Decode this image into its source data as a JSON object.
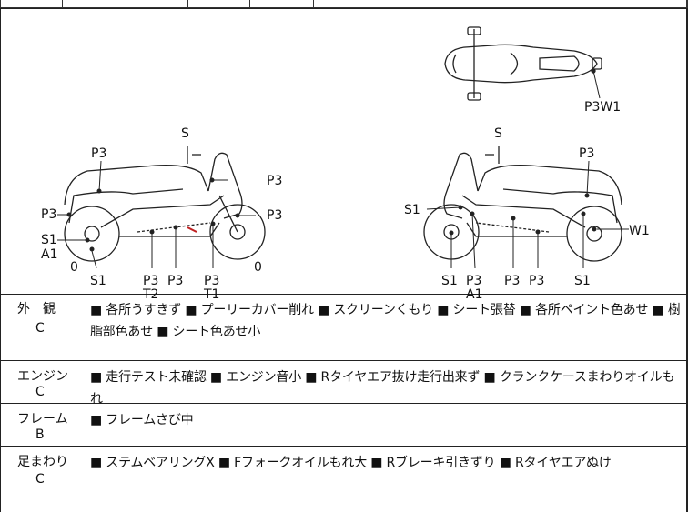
{
  "diagram": {
    "top_view": {
      "label": "P3W1"
    },
    "left_view": {
      "labels": {
        "s": "S",
        "p3_seat": "P3",
        "p3_cowl": "P3",
        "p3_tail": "P3",
        "p3_front": "P3",
        "s1": "S1",
        "a1": "A1",
        "zero_rear": "0",
        "s1_bottom": "S1",
        "p3_floor": "P3",
        "t2": "T2",
        "p3_floor2": "P3",
        "p3_front_low": "P3",
        "t1": "T1",
        "zero_front": "0"
      }
    },
    "right_view": {
      "labels": {
        "s": "S",
        "p3_seat": "P3",
        "s1_front": "S1",
        "w1": "W1",
        "s1_bottom": "S1",
        "p3_a": "P3",
        "a1": "A1",
        "p3_b": "P3",
        "p3_c": "P3",
        "s1_rear": "S1"
      }
    }
  },
  "rows": [
    {
      "label": "外　観",
      "grade": "C",
      "text": "■ 各所うすきず ■ プーリーカバー削れ ■ スクリーンくもり ■ シート張替 ■ 各所ペイント色あせ ■ 樹脂部色あせ ■ シート色あせ小"
    },
    {
      "label": "エンジン",
      "grade": "C",
      "text": "■ 走行テスト未確認 ■ エンジン音小 ■ Rタイヤエア抜け走行出来ず ■ クランクケースまわりオイルもれ"
    },
    {
      "label": "フレーム",
      "grade": "B",
      "text": "■ フレームさび中"
    },
    {
      "label": "足まわり",
      "grade": "C",
      "text": "■ ステムベアリングX ■ Fフォークオイルもれ大 ■ Rブレーキ引きずり ■ Rタイヤエアぬけ"
    }
  ]
}
